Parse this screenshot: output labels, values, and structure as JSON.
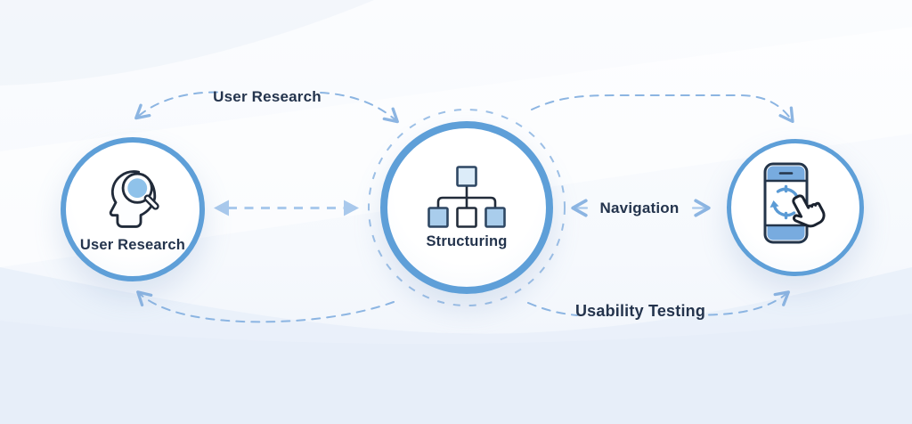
{
  "diagram": {
    "nodes": {
      "left": {
        "label": "User Research",
        "icon": "head-magnifier-icon"
      },
      "center": {
        "label": "Structuring",
        "icon": "hierarchy-icon"
      },
      "right": {
        "icon": "phone-tap-icon"
      }
    },
    "edges": {
      "top_left": {
        "label": "User Research"
      },
      "middle_right": {
        "label": "Navigation"
      },
      "bottom_right": {
        "label": "Usability Testing"
      }
    }
  },
  "colors": {
    "accent_blue": "#5e9fd8",
    "dashed_line": "#8cb5e2",
    "arrow_fill": "#a9c9ec",
    "text_dark": "#24344d",
    "lens_blue": "#8fc2ea",
    "square_light": "#dcecf9",
    "square_medium": "#a9cdec",
    "square_border": "#2e4763",
    "line_dark": "#222c3a",
    "phone_band": "#78abdf",
    "refresh_blue": "#5b9bd5",
    "bg_bottom": "#e7eefa"
  }
}
